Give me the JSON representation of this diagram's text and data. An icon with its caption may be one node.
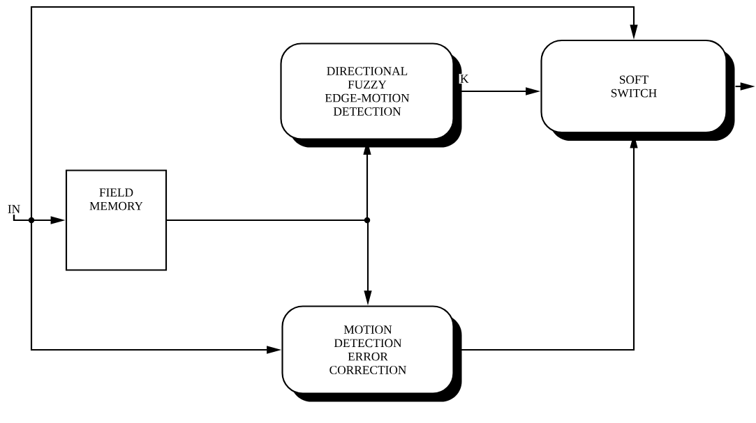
{
  "diagram": {
    "nodes": [
      {
        "text": [
          "IN"
        ]
      },
      {
        "text": [
          "FIELD MEMORY"
        ]
      },
      {
        "text": [
          "DIRECTIONAL FUZZY EDGE-MOTION DETECTION"
        ]
      },
      {
        "text": [
          "SOFT SWITCH"
        ]
      },
      {
        "text": [
          "MOTION DETECTION ERROR CORRECTION"
        ]
      }
    ],
    "edges": [
      {
        "from": 0,
        "to": 1,
        "arrow": "to"
      },
      {
        "from": 0,
        "to": 3,
        "arrow": "to"
      },
      {
        "from": 0,
        "to": 4,
        "arrow": "to"
      },
      {
        "from": 1,
        "to": 2,
        "arrow": "to"
      },
      {
        "from": 1,
        "to": 4,
        "arrow": "to"
      },
      {
        "from": 2,
        "to": 3,
        "arrow": "to",
        "label": "K"
      },
      {
        "from": 4,
        "to": 3,
        "arrow": "to"
      },
      {
        "from": 3,
        "to": null,
        "arrow": "to"
      }
    ]
  }
}
